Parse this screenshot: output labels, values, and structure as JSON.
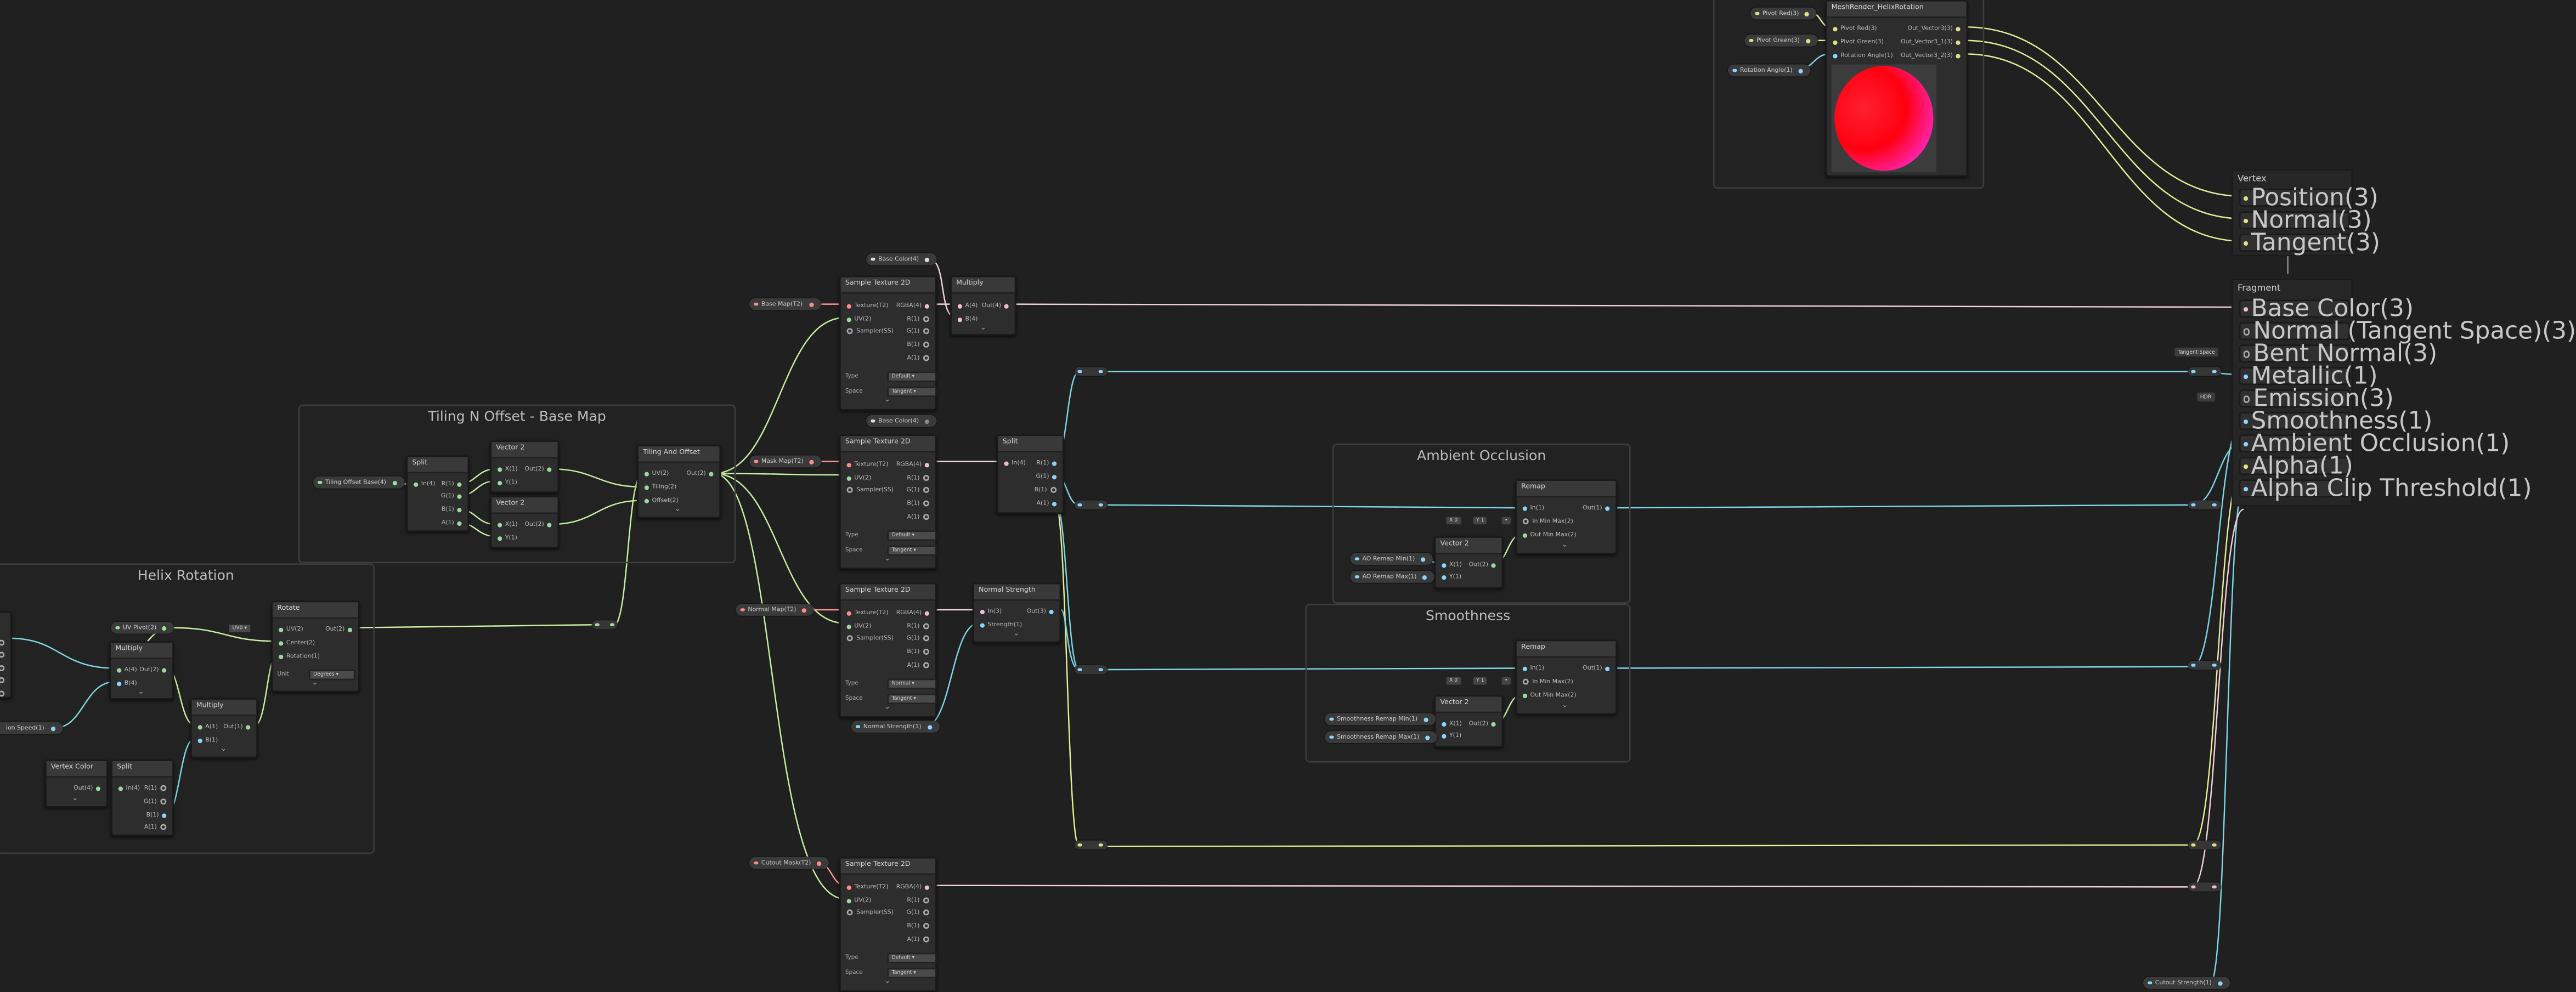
{
  "canvas": {
    "background": "#202020",
    "group_border": "#3c3c3c"
  },
  "groups": {
    "tiling": "Tiling N Offset - Base Map",
    "helix": "Helix Rotation",
    "ao": "Ambient Occlusion",
    "smooth": "Smoothness"
  },
  "wire_colors": {
    "vector": "#c8f0a0",
    "color": "#f3d0e0",
    "float": "#7fd7e6",
    "vertex": "#e6ef96"
  },
  "props": {
    "tiling_offset_base": "Tiling Offset Base(4)",
    "uv_pivot": "UV Pivot(2)",
    "rotation_speed": "ion Speed(1)",
    "base_map": "Base Map(T2)",
    "base_color_top": "Base Color(4)",
    "base_color_mid": "Base Color(4)",
    "mask_map": "Mask Map(T2)",
    "normal_map": "Normal Map(T2)",
    "normal_strength": "Normal Strength(1)",
    "cutout_mask": "Cutout Mask(T2)",
    "ao_min": "AO Remap Min(1)",
    "ao_max": "AO Remap Max(1)",
    "smooth_min": "Smoothness Remap Min(1)",
    "smooth_max": "Smoothness Remap Max(1)",
    "pivot_red": "Pivot Red(3)",
    "pivot_green": "Pivot Green(3)",
    "rotation_angle": "Rotation Angle(1)",
    "cutout_strength": "Cutout Strength(1)"
  },
  "labels": {
    "split": "Split",
    "vector2": "Vector 2",
    "tiling_and_offset": "Tiling And Offset",
    "multiply": "Multiply",
    "rotate": "Rotate",
    "vertex_color": "Vertex Color",
    "sample_texture_2d": "Sample Texture 2D",
    "normal_strength": "Normal Strength",
    "remap": "Remap",
    "subgraph": "MeshRender_HelixRotation",
    "vertex": "Vertex",
    "fragment": "Fragment"
  },
  "ports": {
    "in4": "In(4)",
    "r1": "R(1)",
    "g1": "G(1)",
    "b1": "B(1)",
    "a1": "A(1)",
    "x1": "X(1)",
    "y1": "Y(1)",
    "out2": "Out(2)",
    "out4": "Out(4)",
    "out1": "Out(1)",
    "uv2": "UV(2)",
    "tiling2": "Tiling(2)",
    "offset2": "Offset(2)",
    "a4": "A(4)",
    "b4": "B(4)",
    "a1m": "A(1)",
    "b1m": "B(1)",
    "center2": "Center(2)",
    "rotation1": "Rotation(1)",
    "texture": "Texture(T2)",
    "sampler": "Sampler(SS)",
    "rgba": "RGBA(4)",
    "in3": "In(3)",
    "strength1": "Strength(1)",
    "out3": "Out(3)",
    "in1": "In(1)",
    "inminmax": "In Min Max(2)",
    "outminmax": "Out Min Max(2)",
    "pivot_red": "Pivot Red(3)",
    "pivot_green": "Pivot Green(3)",
    "rotation_angle": "Rotation Angle(1)",
    "out_vector3": "Out_Vector3(3)",
    "out_vector3_1": "Out_Vector3_1(3)",
    "out_vector3_2": "Out_Vector3_2(3)"
  },
  "options": {
    "type": "Type",
    "space": "Space",
    "unit": "Unit",
    "default": "Default",
    "tangent": "Tangent",
    "normal": "Normal",
    "degrees": "Degrees",
    "uv0": "UV0",
    "x": "X",
    "y": "Y",
    "zero": "0",
    "one": "1",
    "tangent_space": "Tangent Space",
    "hdr": "HDR"
  },
  "vertex_ports": [
    "Position(3)",
    "Normal(3)",
    "Tangent(3)"
  ],
  "fragment_ports": [
    "Base Color(3)",
    "Normal (Tangent Space)(3)",
    "Bent Normal(3)",
    "Metallic(1)",
    "Emission(3)",
    "Smoothness(1)",
    "Ambient Occlusion(1)",
    "Alpha(1)",
    "Alpha Clip Threshold(1)"
  ],
  "preview": {
    "gradient_from": "#ff0010",
    "gradient_to": "#ff30e0"
  }
}
